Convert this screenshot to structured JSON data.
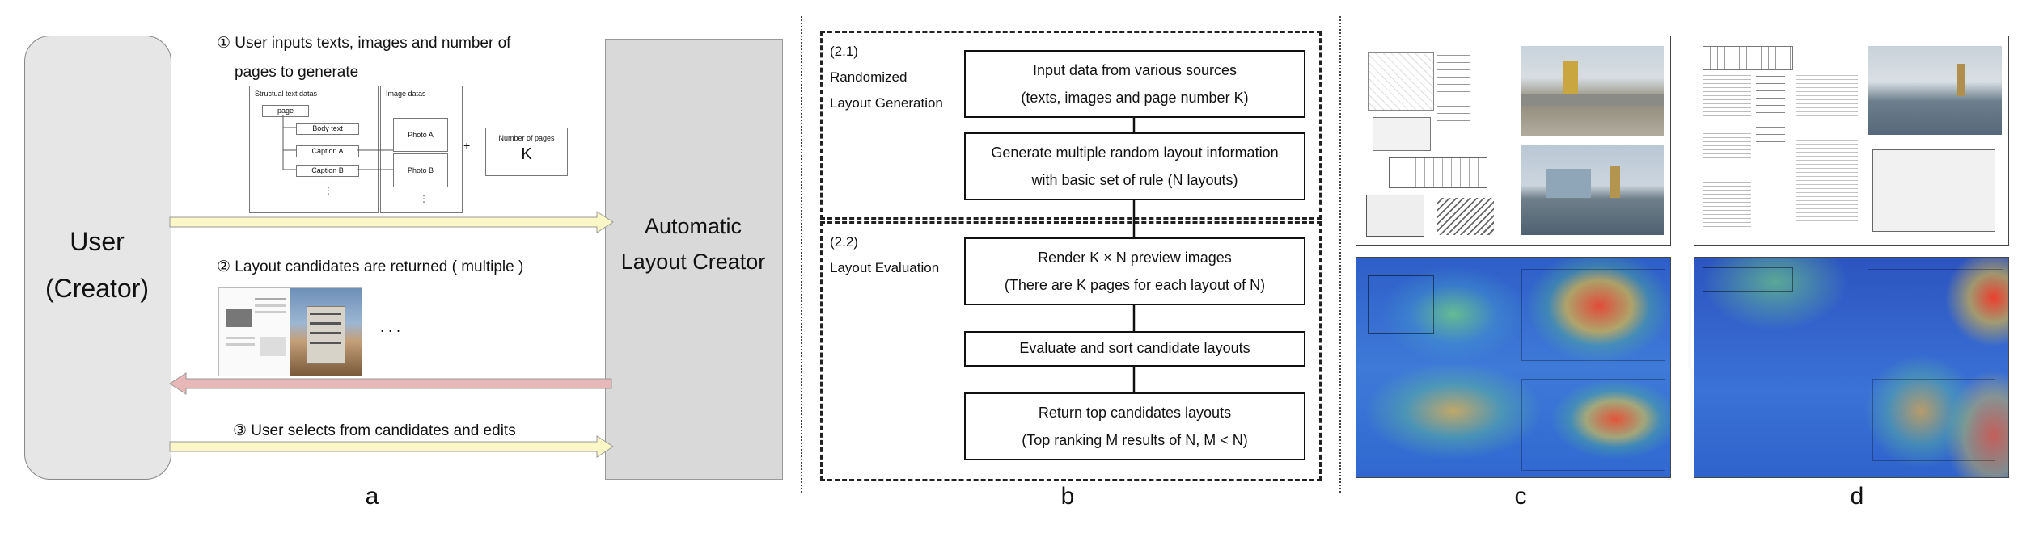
{
  "panel_a": {
    "user_label_1": "User",
    "user_label_2": "(Creator)",
    "alc_label_1": "Automatic",
    "alc_label_2": "Layout Creator",
    "step1_line1": "① User inputs texts, images and number of",
    "step1_line2": "pages to generate",
    "structual_title": "Structual text datas",
    "page_label": "page",
    "body_text": "Body text",
    "caption_a": "Caption A",
    "caption_b": "Caption B",
    "image_title": "Image datas",
    "photo_a": "Photo A",
    "photo_b": "Photo B",
    "plus": "+",
    "num_pages_title": "Number of pages",
    "num_pages_value": "K",
    "step2": "② Layout candidates are returned ( multiple )",
    "ellipsis": ". . .",
    "step3": "③ User selects from candidates and edits",
    "colors": {
      "arrow_yellow": "#fbf7c6",
      "arrow_pink": "#e8b8b8"
    }
  },
  "panel_b": {
    "sec1_num": "(2.1)",
    "sec1_line1": "Randomized",
    "sec1_line2": "Layout Generation",
    "box1_line1": "Input data from various sources",
    "box1_line2": "(texts, images and page number K)",
    "box2_line1": "Generate multiple random layout information",
    "box2_line2": "with basic set of rule (N layouts)",
    "sec2_num": "(2.2)",
    "sec2_line1": "Layout Evaluation",
    "box3_line1": "Render K × N preview images",
    "box3_line2": "(There are K pages for each layout of N)",
    "box4_line1": "Evaluate and sort candidate layouts",
    "box5_line1": "Return top candidates layouts",
    "box5_line2": "(Top ranking M results of N, M < N)"
  },
  "panel_labels": {
    "a": "a",
    "b": "b",
    "c": "c",
    "d": "d"
  }
}
